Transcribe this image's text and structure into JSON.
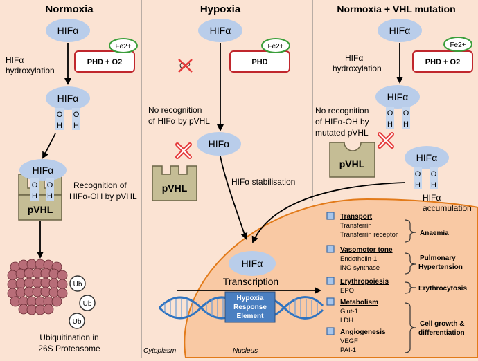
{
  "colors": {
    "background": "#fbe3d3",
    "nucleus_fill": "#f9c9a4",
    "nucleus_stroke": "#e27a19",
    "hif_ellipse": "#b9cdea",
    "hydroxyl_box": "#c6d7ee",
    "pvhl_fill": "#c5bd95",
    "pvhl_stroke": "#6b6446",
    "phd_border": "#c0272d",
    "fe_border": "#3a9e3a",
    "cross_red": "#e53a3a",
    "hre_fill": "#4a7fc1",
    "dna_blue": "#2f73c0",
    "proteasome": "#b86d78",
    "checkbox_fill": "#a9c6ea",
    "checkbox_stroke": "#3a6aa6"
  },
  "panels": {
    "normoxia": {
      "title": "Normoxia",
      "hif": "HIFα",
      "fe": "Fe2+",
      "phd": "PHD + O2",
      "hydroxylation": [
        "HIFα",
        "hydroxylation"
      ],
      "oh_o": "O",
      "oh_h": "H",
      "recognition": [
        "Recognition of",
        "HIFα-OH by pVHL"
      ],
      "pvhl": "pVHL",
      "ub": "Ub",
      "ubiquitination": [
        "Ubiquitination in",
        "26S Proteasome"
      ]
    },
    "hypoxia": {
      "title": "Hypoxia",
      "hif": "HIFα",
      "fe": "Fe2+",
      "phd": "PHD",
      "o2": "O2",
      "no_recognition": [
        "No recognition",
        "of HIFα by pVHL"
      ],
      "pvhl": "pVHL",
      "stabilisation": "HIFα stabilisation"
    },
    "vhl_mutation": {
      "title": "Normoxia + VHL mutation",
      "hif": "HIFα",
      "fe": "Fe2+",
      "phd": "PHD + O2",
      "hydroxylation": [
        "HIFα",
        "hydroxylation"
      ],
      "no_recognition": [
        "No recognition",
        "of HIFα-OH by",
        "mutated pVHL"
      ],
      "pvhl": "pVHL",
      "accumulation": [
        "HIFα",
        "accumulation"
      ]
    }
  },
  "nucleus": {
    "hif": "HIFα",
    "transcription": "Transcription",
    "hre": [
      "Hypoxia",
      "Response",
      "Element"
    ],
    "cytoplasm_label": "Cytoplasm",
    "nucleus_label": "Nucleus"
  },
  "targets": [
    {
      "category": "Transport",
      "genes": [
        "Transferrin",
        "Transferrin receptor"
      ]
    },
    {
      "category": "Vasomotor tone",
      "genes": [
        "Endothelin-1",
        "iNO synthase"
      ]
    },
    {
      "category": "Erythropoiesis",
      "genes": [
        "EPO"
      ]
    },
    {
      "category": "Metabolism",
      "genes": [
        "Glut-1",
        "LDH"
      ]
    },
    {
      "category": "Angiogenesis",
      "genes": [
        "VEGF",
        "PAI-1"
      ]
    }
  ],
  "outcomes": {
    "anaemia": "Anaemia",
    "pulmonary": [
      "Pulmonary",
      "Hypertension"
    ],
    "erythrocytosis": "Erythrocytosis",
    "cell_growth": [
      "Cell growth &",
      "differentiation"
    ]
  }
}
